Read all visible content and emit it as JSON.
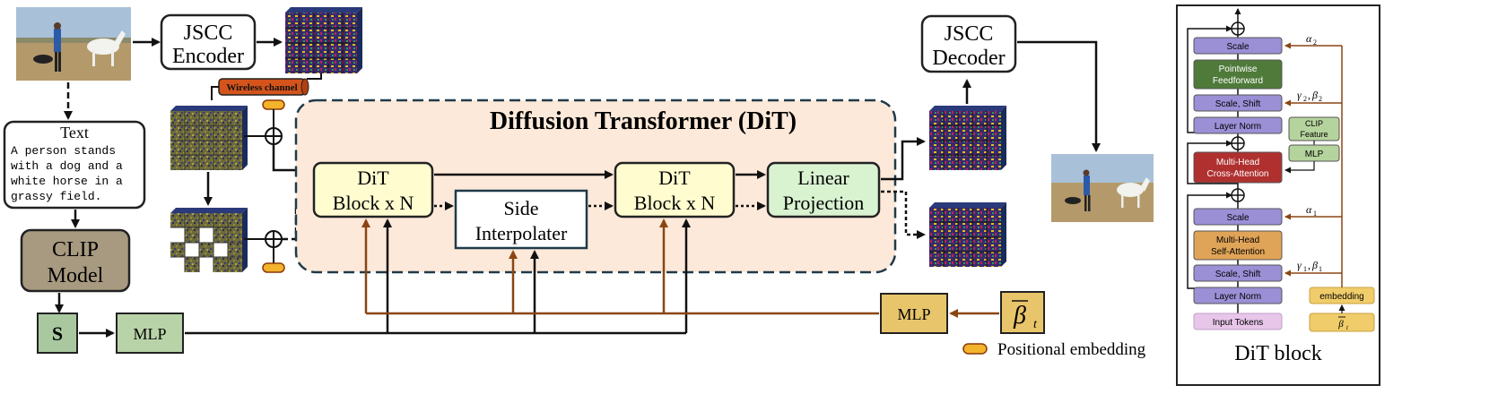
{
  "main": {
    "jscc_encoder": [
      "JSCC",
      "Encoder"
    ],
    "jscc_decoder": [
      "JSCC",
      "Decoder"
    ],
    "wireless_channel": "Wireless channel",
    "dit_title": "Diffusion Transformer (DiT)",
    "dit_block_left": [
      "DiT",
      "Block x N"
    ],
    "dit_block_right": [
      "DiT",
      "Block x N"
    ],
    "side_interpolater": [
      "Side",
      "Interpolater"
    ],
    "linear_projection": [
      "Linear",
      "Projection"
    ],
    "text_box": {
      "title": "Text",
      "lines": [
        "A person stands",
        "with a dog and a",
        "white horse in a",
        "grassy field."
      ]
    },
    "clip_model": [
      "CLIP",
      "Model"
    ],
    "s_label": "S",
    "mlp_left": "MLP",
    "mlp_right": "MLP",
    "beta_t": "β",
    "beta_sub": "t",
    "legend": "Positional embedding"
  },
  "dit_block_panel": {
    "title": "DiT block",
    "scale_top": "Scale",
    "pointwise_ff": [
      "Pointwise",
      "Feedforward"
    ],
    "scale_shift_top": "Scale, Shift",
    "layer_norm_top": "Layer Norm",
    "clip_feature": [
      "CLIP",
      "Feature"
    ],
    "mlp": "MLP",
    "cross_attention": [
      "Multi-Head",
      "Cross-Attention"
    ],
    "scale_mid": "Scale",
    "self_attention": [
      "Multi-Head",
      "Self-Attention"
    ],
    "scale_shift_bottom": "Scale, Shift",
    "layer_norm_bottom": "Layer Norm",
    "embedding": "embedding",
    "input_tokens": "Input Tokens",
    "beta_bar": "β",
    "beta_sub": "t",
    "alpha2": "α",
    "alpha2_sub": "2",
    "gamma2": "γ",
    "gamma2_sub": "2",
    "beta2": "β",
    "beta2_sub": "2",
    "alpha1": "α",
    "alpha1_sub": "1",
    "gamma1": "γ",
    "gamma1_sub": "1",
    "beta1": "β",
    "beta1_sub": "1"
  },
  "colors": {
    "dit_region": "#fde9d9",
    "dit_block": "#fffdd0",
    "linear_proj": "#d9f2d0",
    "clip_model": "#a89a80",
    "s_box": "#a9c8a0",
    "mlp_green": "#b9d3a8",
    "mlp_gold": "#e8c56a",
    "wireless": "#d4541c",
    "pos_embed": "#f3b32b",
    "brown_arrow": "#8b4513",
    "panel_purple": "#9b8fd6",
    "panel_darkgreen": "#4f7a3a",
    "panel_red": "#b03030",
    "panel_orange": "#e0a458",
    "panel_lightgreen": "#b5d39c",
    "panel_pink": "#e8c6ea",
    "panel_gold": "#f0cc6a"
  }
}
